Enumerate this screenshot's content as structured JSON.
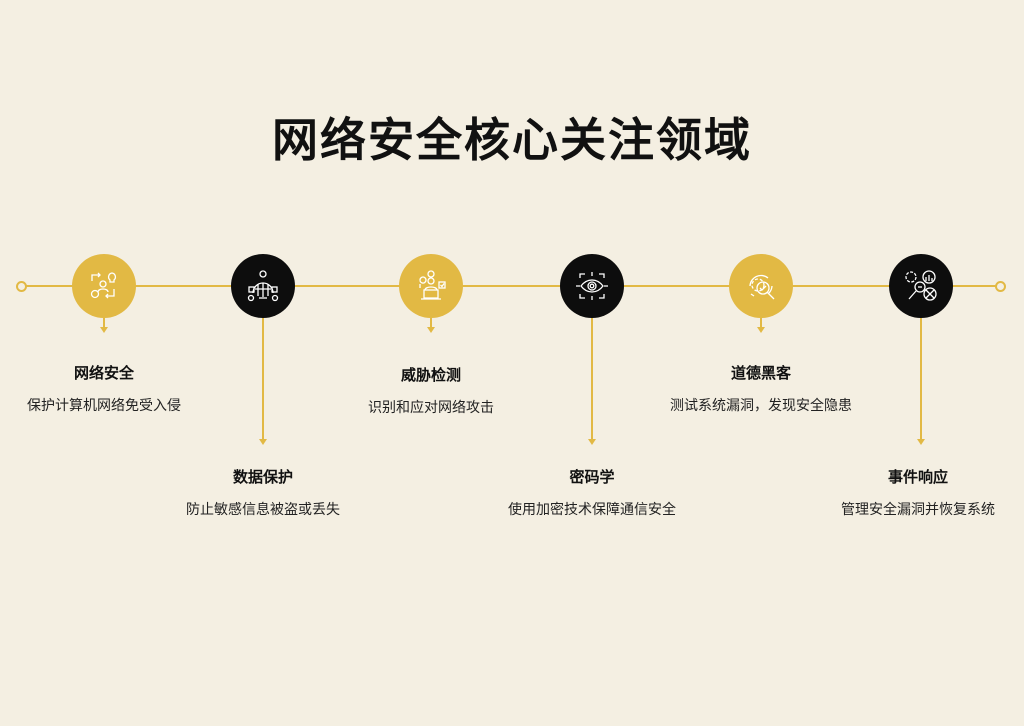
{
  "title": "网络安全核心关注领域",
  "colors": {
    "accent": "#e2b944",
    "dark": "#0d0d0d",
    "background": "#f4efe2"
  },
  "items": [
    {
      "title": "网络安全",
      "desc": "保护计算机网络免受入侵",
      "icon": "network-process-icon"
    },
    {
      "title": "数据保护",
      "desc": "防止敏感信息被盗或丢失",
      "icon": "global-data-icon"
    },
    {
      "title": "威胁检测",
      "desc": "识别和应对网络攻击",
      "icon": "analyst-detection-icon"
    },
    {
      "title": "密码学",
      "desc": "使用加密技术保障通信安全",
      "icon": "eye-scan-icon"
    },
    {
      "title": "道德黑客",
      "desc": "测试系统漏洞，发现安全隐患",
      "icon": "gear-search-icon"
    },
    {
      "title": "事件响应",
      "desc": "管理安全漏洞并恢复系统",
      "icon": "incident-analysis-icon"
    }
  ]
}
